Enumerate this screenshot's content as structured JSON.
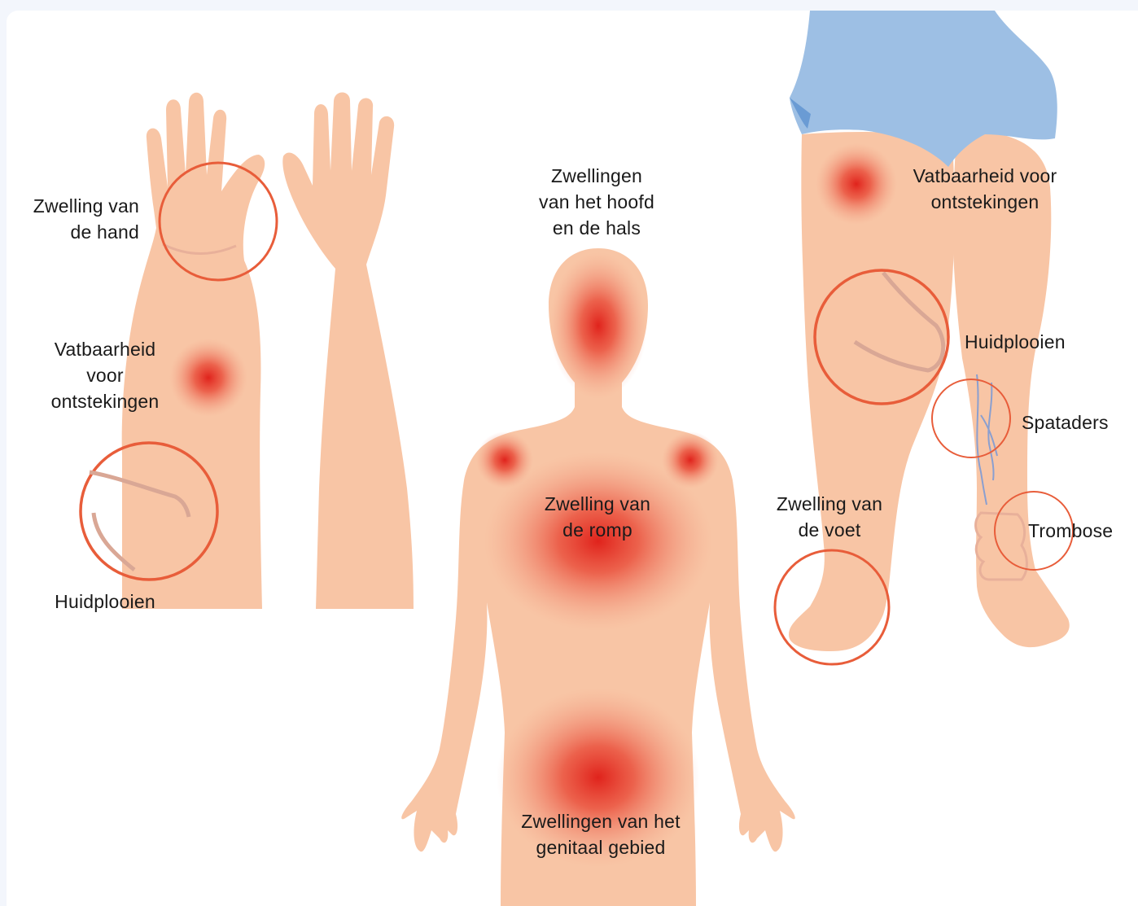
{
  "colors": {
    "skin": "#f8c5a5",
    "skin_shadow": "#e8b09a",
    "crease": "#d9a795",
    "ring": "#e85d3a",
    "hotspot": "#e0231c",
    "shorts": "#9dbfe4",
    "shorts_shadow": "#6a9bd4",
    "vein": "#8a9fd0",
    "background": "#f3f6fc"
  },
  "labels": {
    "hand_swelling": [
      "Zwelling van",
      "de hand"
    ],
    "arm_infection": [
      "Vatbaarheid",
      "voor",
      "ontstekingen"
    ],
    "arm_skinfolds": "Huidplooien",
    "head_neck_swelling": [
      "Zwellingen",
      "van het hoofd",
      "en de hals"
    ],
    "trunk_swelling": [
      "Zwelling van",
      "de romp"
    ],
    "genital_swelling": [
      "Zwellingen van het",
      "genitaal gebied"
    ],
    "leg_infection": [
      "Vatbaarheid voor",
      "ontstekingen"
    ],
    "leg_skinfolds": "Huidplooien",
    "varicose_veins": "Spataders",
    "thrombosis": "Trombose",
    "foot_swelling": [
      "Zwelling van",
      "de voet"
    ]
  }
}
